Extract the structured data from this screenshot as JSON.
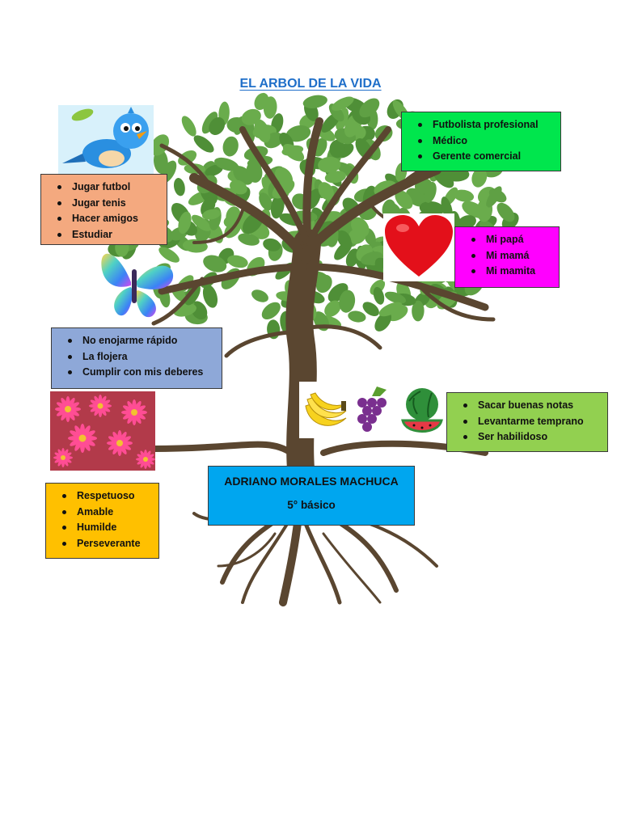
{
  "title": "EL ARBOL DE LA VIDA",
  "colors": {
    "title": "#1f6fc9",
    "leaf": "#5fa044",
    "trunk": "#5a4630",
    "hobbies_box": "#f4a97f",
    "professions_box": "#00e64d",
    "family_box": "#ff00ff",
    "weaknesses_box": "#8ea8d8",
    "goals_box": "#92d050",
    "values_box": "#ffc000",
    "name_box": "#00a6ef"
  },
  "hobbies": [
    "Jugar futbol",
    "Jugar tenis",
    "Hacer amigos",
    "Estudiar"
  ],
  "professions": [
    "Futbolista profesional",
    "Médico",
    "Gerente comercial"
  ],
  "family": [
    "Mi papá",
    "Mi mamá",
    "Mi mamita"
  ],
  "weaknesses": [
    "No enojarme rápido",
    "La flojera",
    "Cumplir con mis deberes"
  ],
  "goals": [
    "Sacar buenas notas",
    "Levantarme temprano",
    "Ser habilidoso"
  ],
  "values": [
    "Respetuoso",
    "Amable",
    "Humilde",
    "Perseverante"
  ],
  "student": {
    "name": "ADRIANO MORALES MACHUCA",
    "grade": "5° básico"
  },
  "images": [
    "bird-image",
    "heart-image",
    "butterfly-image",
    "flowers-image",
    "fruits-image"
  ]
}
